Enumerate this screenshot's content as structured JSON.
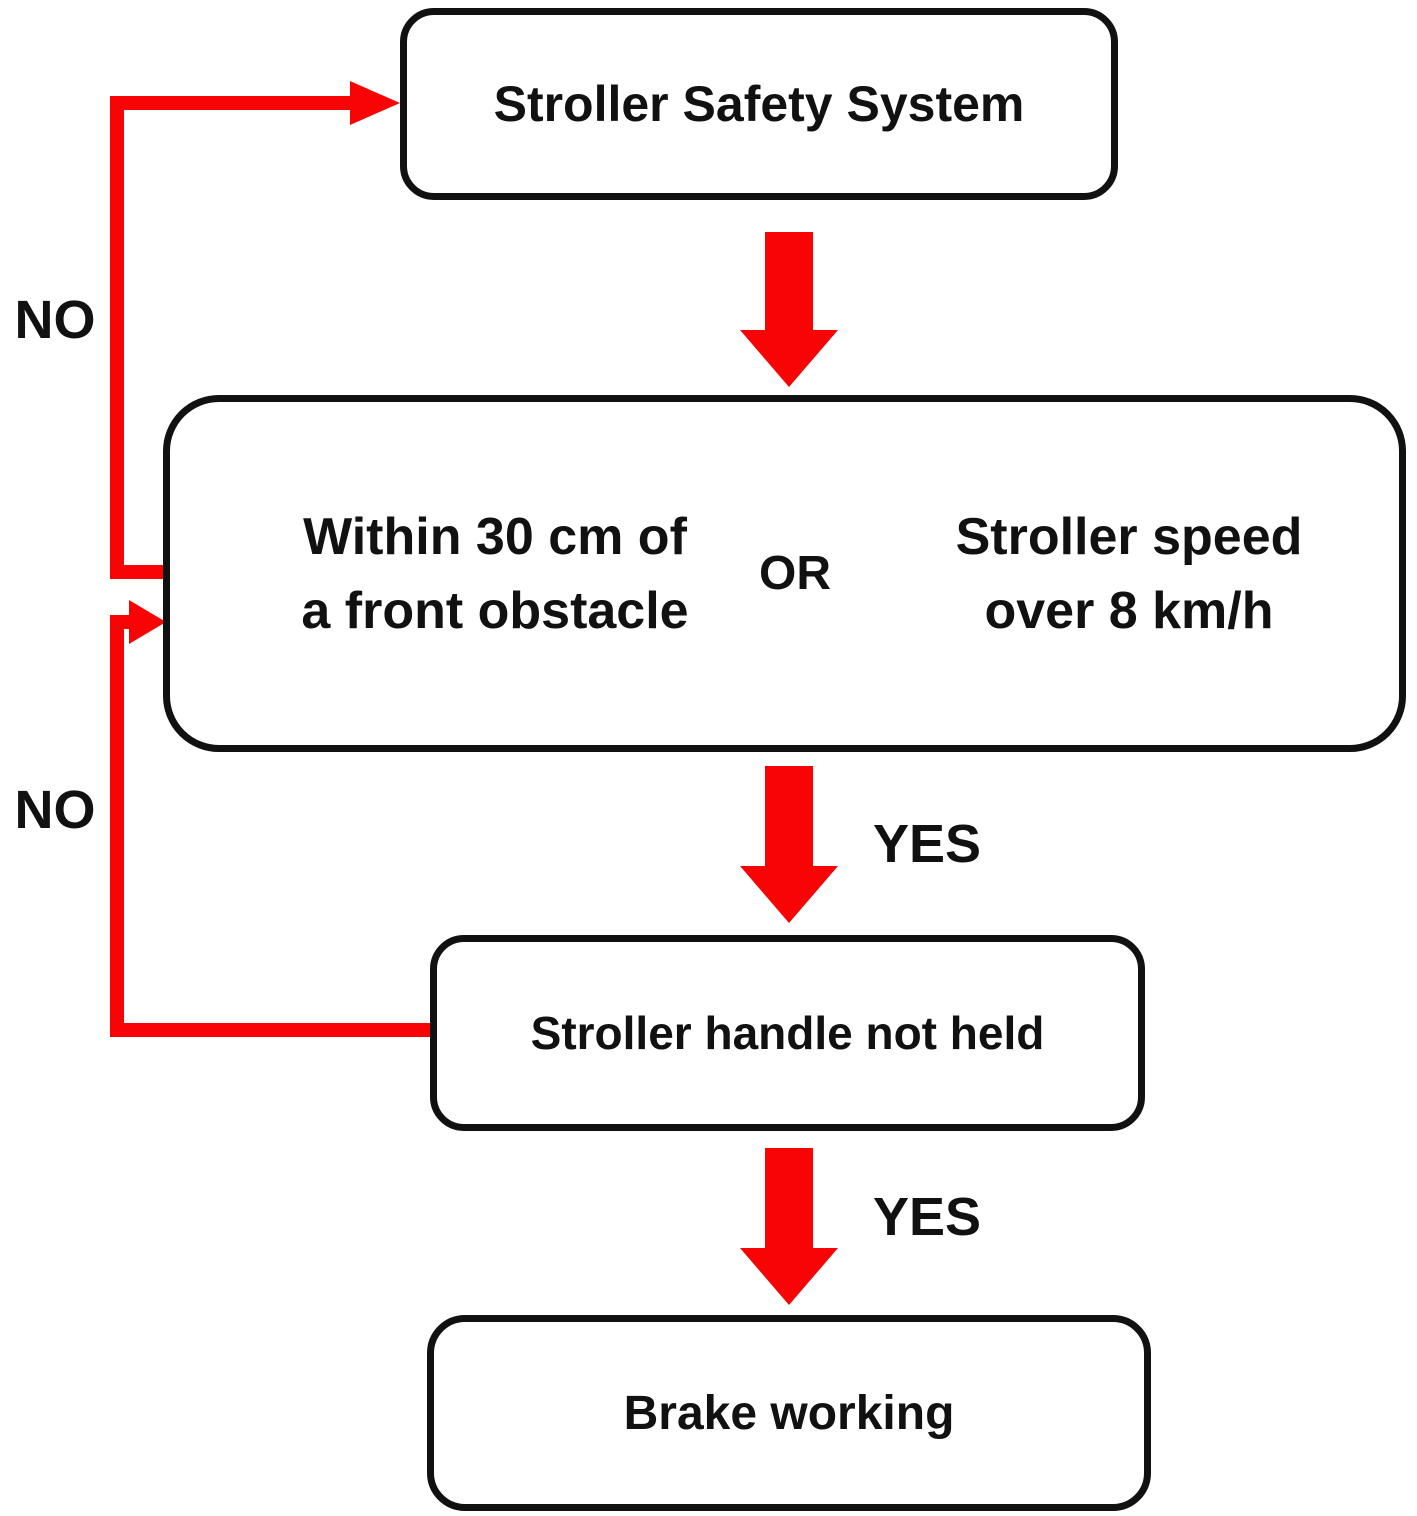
{
  "colors": {
    "arrow_red": "#f80404",
    "box_border": "#111111",
    "text": "#111111",
    "background": "#ffffff"
  },
  "nodes": {
    "start": {
      "label": "Stroller Safety System"
    },
    "condition1": {
      "left_line1": "Within 30 cm of",
      "left_line2": "a front obstacle",
      "operator": "OR",
      "right_line1": "Stroller speed",
      "right_line2": "over 8 km/h"
    },
    "condition2": {
      "label": "Stroller handle not held"
    },
    "result": {
      "label": "Brake working"
    }
  },
  "edge_labels": {
    "condition1_yes": "YES",
    "condition2_yes": "YES",
    "condition1_no": "NO",
    "condition2_no": "NO"
  }
}
